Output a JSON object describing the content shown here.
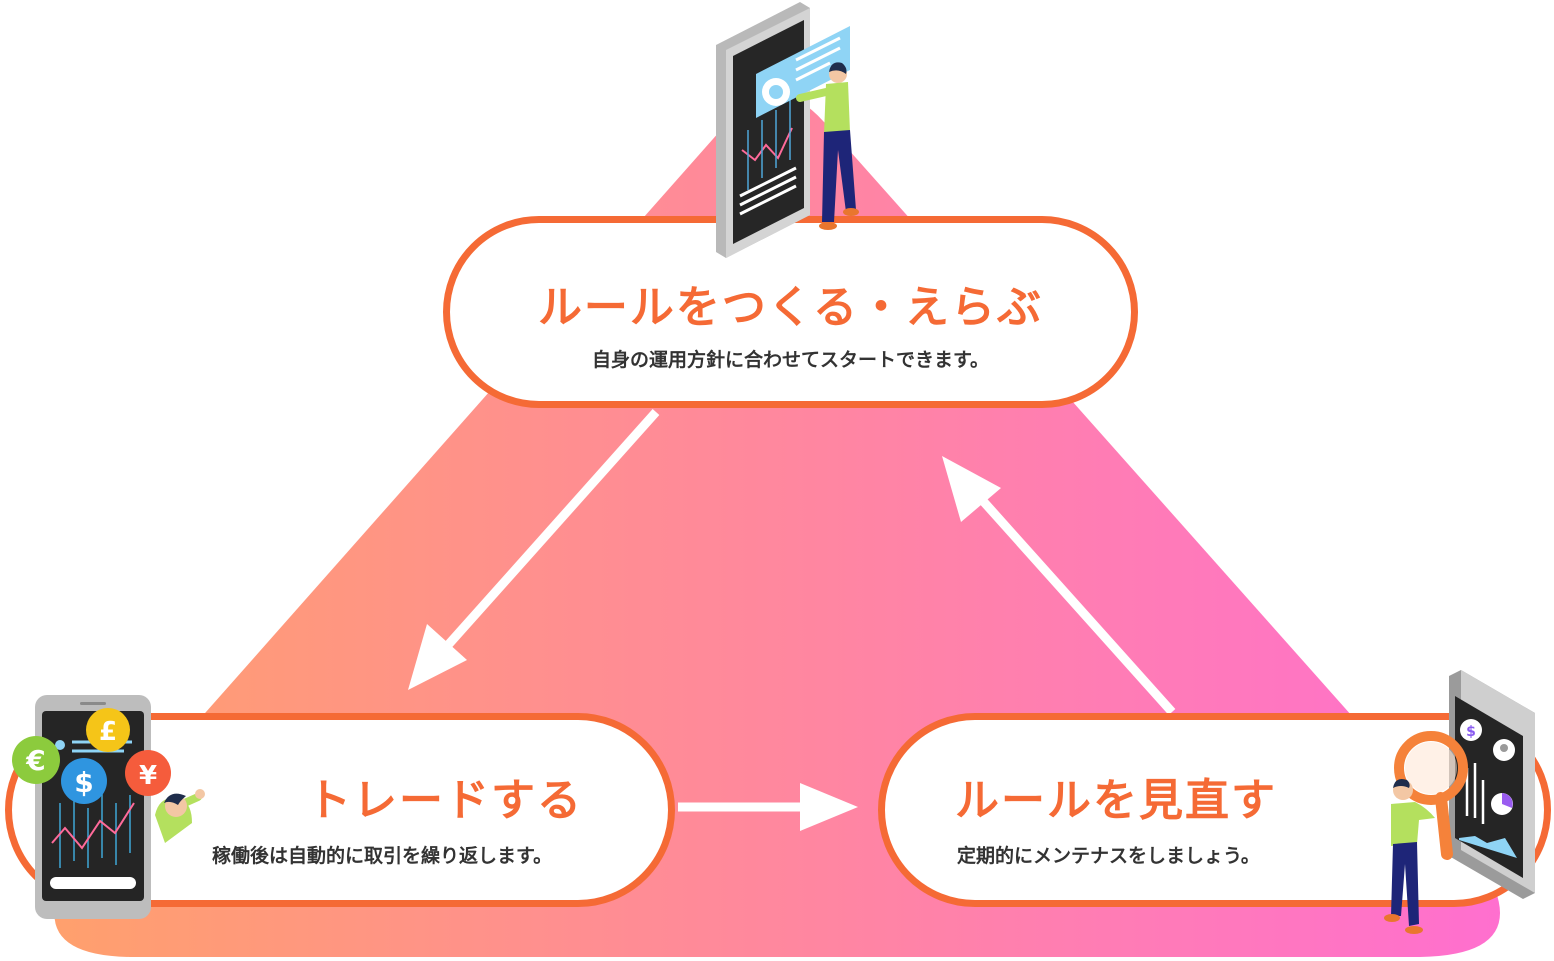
{
  "diagram": {
    "gradient": {
      "start": "#ffa06d",
      "end": "#ff6fcf"
    },
    "accent": "#f56a35",
    "steps": [
      {
        "title": "ルールをつくる・えらぶ",
        "description": "自身の運用方針に合わせてスタートできます。"
      },
      {
        "title": "トレードする",
        "description": "稼働後は自動的に取引を繰り返します。"
      },
      {
        "title": "ルールを見直す",
        "description": "定期的にメンテナスをしましょう。"
      }
    ],
    "currency_symbols": [
      "€",
      "£",
      "$",
      "¥"
    ],
    "illustrations": [
      "phone-settings-person-illustration",
      "phone-currency-person-illustration",
      "phone-magnifier-person-illustration"
    ]
  }
}
